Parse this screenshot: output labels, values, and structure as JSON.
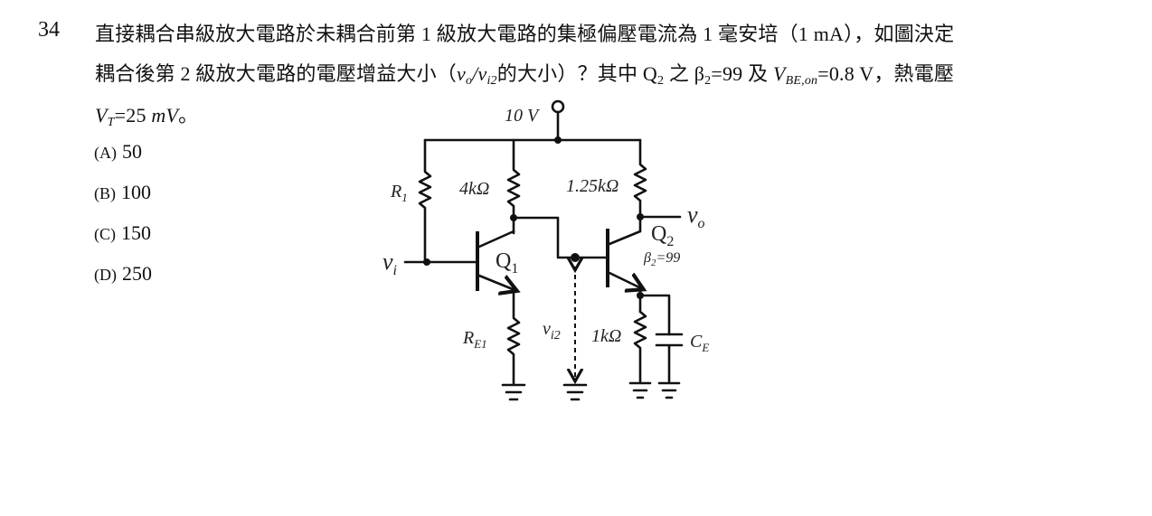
{
  "question": {
    "number": "34",
    "line1_a": "直接耦合串級放大電路於未耦合前第 1 級放大電路的集極偏壓電流為 1 毫安培（1 mA），如圖決定",
    "line2_a": "耦合後第 2 級放大電路的電壓增益大小（",
    "line2_vo_v": "v",
    "line2_vo_sub": "o",
    "line2_slash": "/",
    "line2_vi_v": "v",
    "line2_vi_sub": "i2",
    "line2_b": "的大小）？其中 Q",
    "line2_q_sub": "2",
    "line2_c": " 之 β",
    "line2_beta_sub": "2",
    "line2_d": "=99 及 ",
    "line2_vbe_v": "V",
    "line2_vbe_sub": "BE,on",
    "line2_e": "=0.8 V，熱電壓",
    "line3_vt_v": "V",
    "line3_vt_sub": "T",
    "line3_a": "=25 ",
    "line3_unit": "mV",
    "line3_end": "。"
  },
  "options": [
    {
      "mark": "(A)",
      "value": "50"
    },
    {
      "mark": "(B)",
      "value": "100"
    },
    {
      "mark": "(C)",
      "value": "150"
    },
    {
      "mark": "(D)",
      "value": "250"
    }
  ],
  "circuit": {
    "supply": "10 V",
    "r1_main": "R",
    "r1_sub": "1",
    "rc1": "4kΩ",
    "rc2": "1.25kΩ",
    "vo_main": "v",
    "vo_sub": "o",
    "vi_main": "v",
    "vi_sub": "i",
    "q1_main": "Q",
    "q1_sub": "1",
    "q2_main": "Q",
    "q2_sub": "2",
    "beta_label": "β",
    "beta_sub": "2",
    "beta_value": "=99",
    "re1_main": "R",
    "re1_sub": "E1",
    "vi2_main": "v",
    "vi2_sub": "i2",
    "re2": "1kΩ",
    "ce_main": "C",
    "ce_sub": "E"
  }
}
